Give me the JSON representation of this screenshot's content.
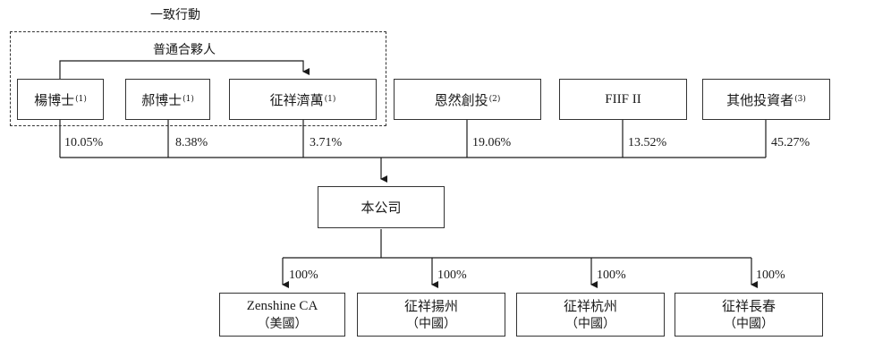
{
  "concert_party": {
    "label": "一致行動",
    "general_partnership_label": "普通合夥人"
  },
  "shareholders": [
    {
      "name": "楊博士",
      "note": "(1)",
      "pct": "10.05%"
    },
    {
      "name": "郝博士",
      "note": "(1)",
      "pct": "8.38%"
    },
    {
      "name": "征祥濟萬",
      "note": "(1)",
      "pct": "3.71%"
    },
    {
      "name": "恩然創投",
      "note": "(2)",
      "pct": "19.06%"
    },
    {
      "name": "FIIF II",
      "note": "",
      "pct": "13.52%"
    },
    {
      "name": "其他投資者",
      "note": "(3)",
      "pct": "45.27%"
    }
  ],
  "company": {
    "name": "本公司"
  },
  "subsidiaries": [
    {
      "name": "Zenshine CA",
      "location": "（美國）",
      "pct": "100%"
    },
    {
      "name": "征祥揚州",
      "location": "（中國）",
      "pct": "100%"
    },
    {
      "name": "征祥杭州",
      "location": "（中國）",
      "pct": "100%"
    },
    {
      "name": "征祥長春",
      "location": "（中國）",
      "pct": "100%"
    }
  ]
}
